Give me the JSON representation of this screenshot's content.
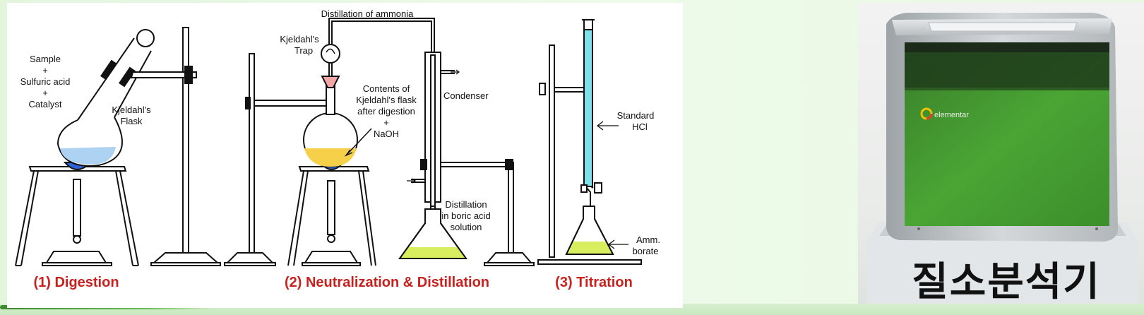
{
  "diagram": {
    "title_top": "Distillation of ammonia",
    "labels": {
      "sample": "Sample",
      "plus1": "+",
      "sulfuric_acid": "Sulfuric acid",
      "plus2": "+",
      "catalyst": "Catalyst",
      "kjeldahl_flask_1": "Kjeldahl's",
      "kjeldahl_flask_2": "Flask",
      "trap_1": "Kjeldahl's",
      "trap_2": "Trap",
      "contents_1": "Contents of",
      "contents_2": "Kjeldahl's flask",
      "contents_3": "after digestion",
      "contents_4": "+",
      "contents_5": "NaOH",
      "condenser": "Condenser",
      "distill_1": "Distillation",
      "distill_2": "in boric acid",
      "distill_3": "solution",
      "standard_1": "Standard",
      "standard_2": "HCl",
      "amm_1": "Amm.",
      "amm_2": "borate"
    },
    "captions": {
      "digestion": "(1) Digestion",
      "neutralization": "(2) Neutralization & Distillation",
      "titration": "(3) Titration"
    }
  },
  "instrument": {
    "brand": "elementar",
    "caption": "질소분석기"
  },
  "colors": {
    "caption_red": "#c8211e",
    "flask_blue": "#aed3f2",
    "flame_blue": "#2f62d8",
    "yellow_liquid": "#f7d04a",
    "green_liquid": "#d9ee5e",
    "burette_cyan": "#7fe0ea",
    "trap_pink": "#f2a6a6",
    "instrument_green": "#3f9b2c"
  }
}
